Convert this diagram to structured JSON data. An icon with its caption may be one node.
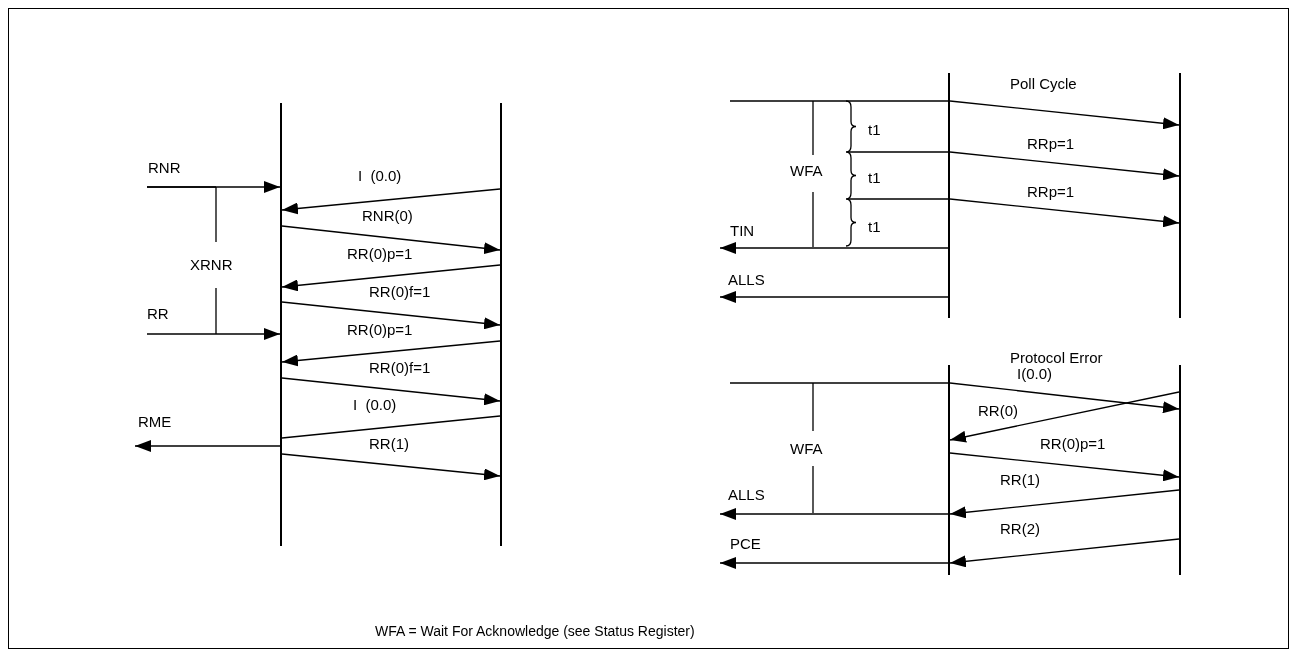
{
  "diagram": {
    "nodes": [
      {
        "text": [],
        "shape": "bar"
      },
      {
        "text": [],
        "shape": "bar"
      },
      {
        "text": [],
        "shape": "bar"
      },
      {
        "text": [],
        "shape": "bar"
      },
      {
        "text": [],
        "shape": "bar"
      },
      {
        "text": [],
        "shape": "bar"
      }
    ],
    "edges": [
      {
        "from": null,
        "to": 0,
        "arrow": "to",
        "label": "RNR"
      },
      {
        "from": 1,
        "to": 0,
        "arrow": "to",
        "label": "I  (0.0)"
      },
      {
        "from": 0,
        "to": 1,
        "arrow": "to",
        "label": "RNR(0)"
      },
      {
        "from": 1,
        "to": 0,
        "arrow": "to",
        "label": "RR(0)p=1"
      },
      {
        "from": 0,
        "to": 1,
        "arrow": "to",
        "label": "RR(0)f=1"
      },
      {
        "from": null,
        "to": 0,
        "arrow": "to",
        "label": "RR"
      },
      {
        "from": 1,
        "to": 0,
        "arrow": "to",
        "label": "RR(0)p=1"
      },
      {
        "from": 0,
        "to": 1,
        "arrow": "to",
        "label": "RR(0)f=1"
      },
      {
        "from": 1,
        "to": 0,
        "arrow": "none",
        "label": "I  (0.0)"
      },
      {
        "from": 0,
        "to": null,
        "arrow": "to",
        "label": "RME"
      },
      {
        "from": 0,
        "to": 1,
        "arrow": "to",
        "label": "RR(1)"
      },
      {
        "from": 2,
        "to": 3,
        "arrow": "to",
        "label": "Poll Cycle"
      },
      {
        "from": 2,
        "to": 3,
        "arrow": "to",
        "label": "RRp=1"
      },
      {
        "from": 2,
        "to": 3,
        "arrow": "to",
        "label": "RRp=1"
      },
      {
        "from": 2,
        "to": null,
        "arrow": "to",
        "label": "TIN"
      },
      {
        "from": 2,
        "to": null,
        "arrow": "to",
        "label": "ALLS"
      },
      {
        "from": 4,
        "to": 5,
        "arrow": "to",
        "label": "I(0.0)"
      },
      {
        "from": 5,
        "to": 4,
        "arrow": "to",
        "label": "RR(0)"
      },
      {
        "from": 4,
        "to": 5,
        "arrow": "to",
        "label": "RR(0)p=1"
      },
      {
        "from": 5,
        "to": 4,
        "arrow": "to",
        "label": "RR(1)"
      },
      {
        "from": 4,
        "to": null,
        "arrow": "to",
        "label": "ALLS"
      },
      {
        "from": 5,
        "to": 4,
        "arrow": "to",
        "label": "RR(2)"
      },
      {
        "from": 4,
        "to": null,
        "arrow": "to",
        "label": "PCE"
      }
    ],
    "labels": [
      "XRNR",
      "WFA",
      "t1",
      "t1",
      "t1",
      "Protocol Error",
      "WFA",
      "WFA = Wait For Acknowledge (see Status Register)"
    ]
  }
}
